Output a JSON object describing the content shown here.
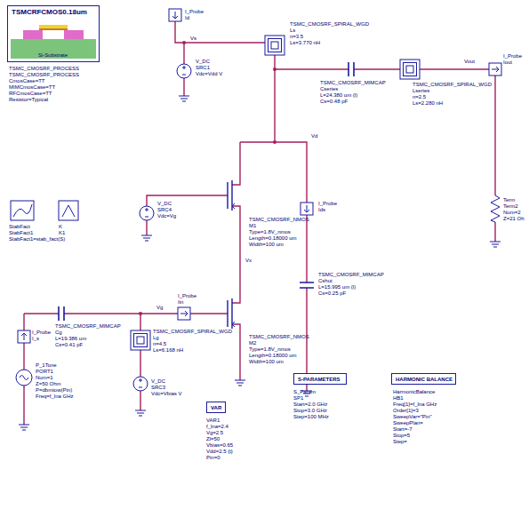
{
  "diagram": {
    "nodes": [
      {
        "text": [
          "TSMCRFCMOS0.18um",
          "Si-Substrate"
        ]
      },
      {
        "text": [
          "VAR"
        ]
      },
      {
        "text": [
          "S-PARAMETERS"
        ]
      },
      {
        "text": [
          "HARMONIC BALANCE"
        ]
      }
    ],
    "labels": [
      "TSMC_CMOSRF_PROCESS",
      "TSMC_CMOSRF_PROCESS",
      "CmosCase=TT",
      "MIMCmosCase=TT",
      "RFCmosCase=TT",
      "Resistor=Typical",
      "I_Probe",
      "Id",
      "Vs",
      "V_DC",
      "SRC1",
      "Vdc=Vdd V",
      "TSMC_CMOSRF_SPIRAL_WGD",
      "Ls",
      "n=3.5",
      "Ls=3.770 nH",
      "TSMC_CMOSRF_MIMCAP",
      "Cseries",
      "L=24.380 um (l)",
      "Cs=0.48 pF",
      "TSMC_CMOSRF_SPIRAL_WGD",
      "Lseries",
      "n=2.5",
      "Ls=2.280 nH",
      "Vout",
      "I_Probe",
      "Iout",
      "Term",
      "Term2",
      "Num=2",
      "Z=21 Oh",
      "StabFact",
      "StabFact1",
      "StabFact1=stab_fact(S)",
      "K",
      "K1",
      "V_DC",
      "SRC4",
      "Vdc=Vg",
      "Vd",
      "TSMC_CMOSRF_NMOS",
      "M1",
      "Type=1.8V_nmos",
      "Length=0.18000 um",
      "Width=100 um",
      "I_Probe",
      "Ids",
      "Vx",
      "TSMC_CMOSRF_MIMCAP",
      "Cshut",
      "L=15.995 um (l)",
      "Cs=0.25 pF",
      "I_Probe",
      "I_s",
      "TSMC_CMOSRF_MIMCAP",
      "Cg",
      "L=19.386 um",
      "Cs=0.41 pF",
      "Vg",
      "I_Probe",
      "Iin",
      "TSMC_CMOSRF_SPIRAL_WGD",
      "Lg",
      "n=4.5",
      "Ls=6.168 nH",
      "TSMC_CMOSRF_NMOS",
      "M2",
      "Type=1.8V_nmos",
      "Length=0.18000 um",
      "Width=100 um",
      "P_1Tone",
      "PORT1",
      "Num=1",
      "Z=50 Ohm",
      "P=dbmtow(Pin)",
      "Freq=f_lna GHz",
      "V_DC",
      "SRC3",
      "Vdc=Vbias V",
      "VAR1",
      "f_lna=2.4",
      "Vg=2.5",
      "Zl=50",
      "Vbias=0.65",
      "Vdd=2.5 {t}",
      "Pin=0",
      "S_Param",
      "SP1",
      "Start=2.0 GHz",
      "Stop=3.0 GHz",
      "Step=100 MHz",
      "HarmonicBalance",
      "HB1",
      "Freq[1]=f_lna GHz",
      "Order[1]=3",
      "SweepVar=\"Pin\"",
      "SweepPlan=",
      "Start=-7",
      "Stop=5",
      "Step="
    ]
  }
}
